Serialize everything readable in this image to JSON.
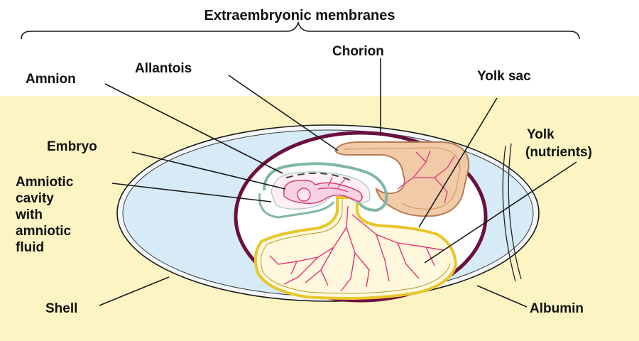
{
  "title": "Extraembryonic membranes",
  "labels": {
    "chorion": "Chorion",
    "allantois": "Allantois",
    "amnion": "Amnion",
    "yolk_sac": "Yolk sac",
    "yolk_line1": "Yolk",
    "yolk_line2": "(nutrients)",
    "embryo": "Embryo",
    "cavity_line1": "Amniotic",
    "cavity_line2": "cavity",
    "cavity_line3": "with",
    "cavity_line4": "amniotic",
    "cavity_line5": "fluid",
    "shell": "Shell",
    "albumin": "Albumin"
  },
  "colors": {
    "background_panel": "#fdf4c4",
    "albumin": "#d6ebf5",
    "chorion": "#6a1040",
    "yolk_sac_membrane": "#e8c62c",
    "allantois": "#e6b890",
    "allantois_outline": "#b87a50",
    "amnion": "#7fb7a6",
    "blood_vessels": "#e0347a"
  }
}
